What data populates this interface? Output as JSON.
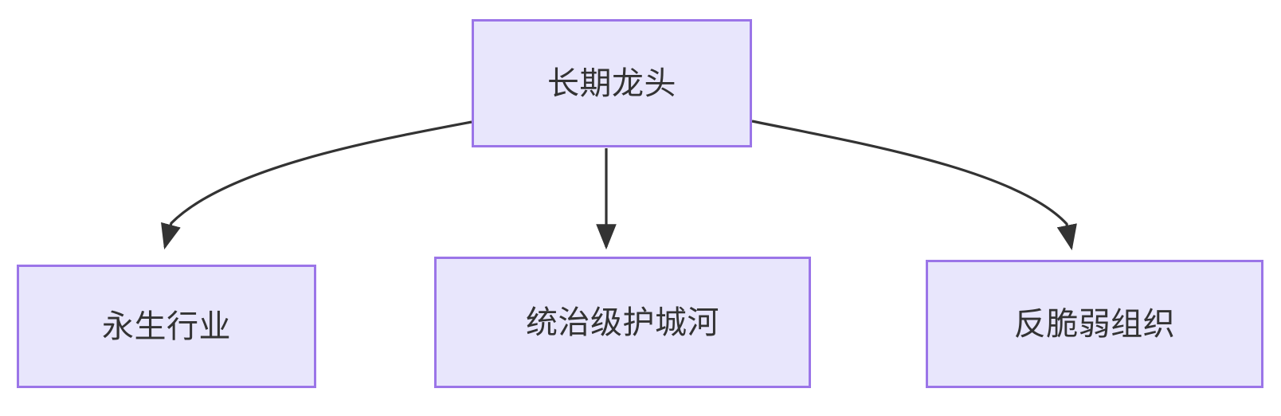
{
  "diagram": {
    "type": "flowchart",
    "direction": "top-down",
    "background_color": "#ffffff",
    "node_fill_color": "#e8e6fc",
    "node_border_color": "#9b75e8",
    "node_text_color": "#333333",
    "edge_color": "#333333",
    "root": {
      "id": "root",
      "label": "长期龙头"
    },
    "children": [
      {
        "id": "child-0",
        "label": "永生行业"
      },
      {
        "id": "child-1",
        "label": "统治级护城河"
      },
      {
        "id": "child-2",
        "label": "反脆弱组织"
      }
    ],
    "edges": [
      {
        "from": "长期龙头",
        "to": "永生行业",
        "style": "curved-arrow",
        "label": ""
      },
      {
        "from": "长期龙头",
        "to": "统治级护城河",
        "style": "straight-arrow",
        "label": ""
      },
      {
        "from": "长期龙头",
        "to": "反脆弱组织",
        "style": "curved-arrow",
        "label": ""
      }
    ]
  }
}
